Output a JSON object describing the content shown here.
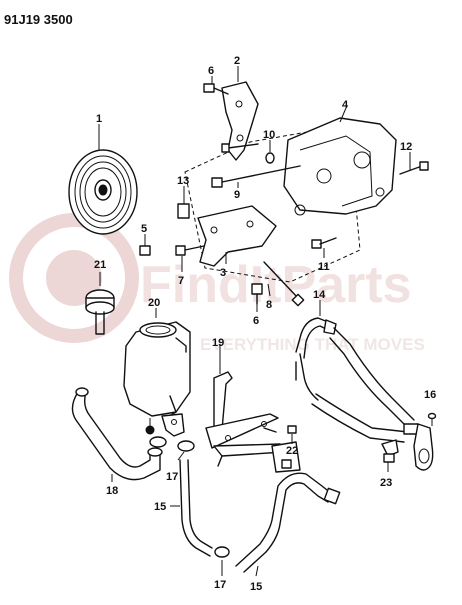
{
  "header_code": "91J19 3500",
  "watermark": {
    "brand": "FindItParts",
    "tagline": "EVERYTHING THAT MOVES",
    "color": "#d9a9a9"
  },
  "callouts": [
    "1",
    "2",
    "3",
    "4",
    "5",
    "6",
    "6",
    "7",
    "8",
    "9",
    "10",
    "11",
    "12",
    "13",
    "14",
    "15",
    "15",
    "16",
    "17",
    "17",
    "18",
    "19",
    "20",
    "21",
    "22",
    "23"
  ]
}
